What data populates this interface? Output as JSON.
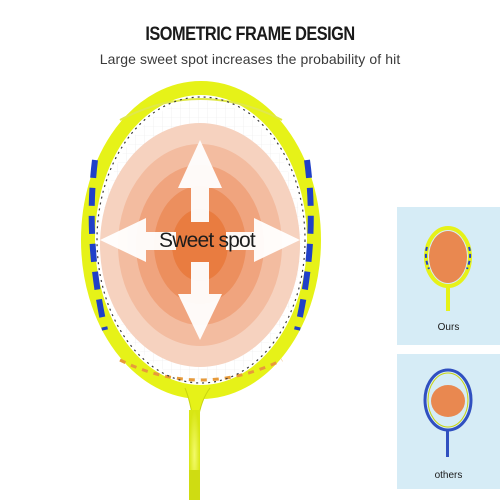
{
  "header": {
    "title": "ISOMETRIC FRAME DESIGN",
    "subtitle": "Large sweet spot increases the probability of hit"
  },
  "racket": {
    "frame_color": "#e6f218",
    "frame_accent": "#2040c8",
    "string_label": "Sweet spot",
    "sweet_spot_colors": [
      "#f6d2bf",
      "#f3bca0",
      "#f0a47e",
      "#ec8f5e",
      "#e97c40"
    ]
  },
  "comparison": {
    "ours": {
      "label": "Ours",
      "frame_color": "#e6f218",
      "spot_color": "#e98850"
    },
    "others": {
      "label": "others",
      "frame_color": "#3050c0",
      "spot_color": "#e98850"
    },
    "panel_color": "#d6ecf6"
  }
}
